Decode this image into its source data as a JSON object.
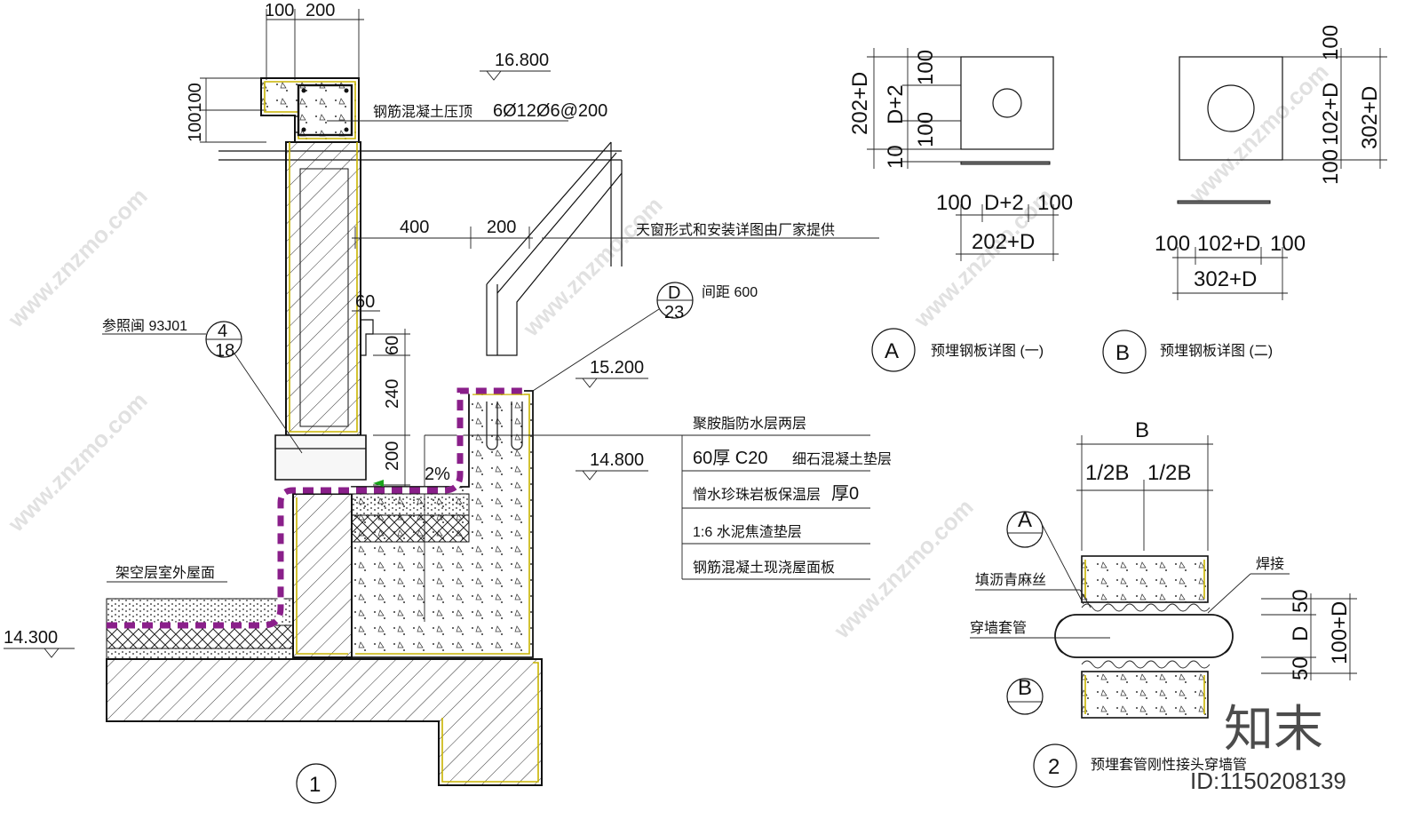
{
  "main_detail": {
    "dims_top": [
      "100",
      "200"
    ],
    "dim_coping_height": "100100",
    "elev_coping": "16.800",
    "coping_label": "钢筋混凝土压顶",
    "coping_rebar": "6Ø12Ø6@200",
    "dim_400": "400",
    "dim_200_mid": "200",
    "skylight_note": "天窗形式和安装详图由厂家提供",
    "ref_d_top": "D",
    "ref_d_bottom": "23",
    "spacing_note": "间距 600",
    "ref_atlas_label": "参照闽 93J01",
    "ref_4_top": "4",
    "ref_4_bottom": "18",
    "dim_60_h": "60",
    "dim_60_v": "60",
    "dim_240": "240",
    "dim_200_v": "200",
    "slope": "2%",
    "elev_upper": "15.200",
    "elev_mid": "14.800",
    "layers": [
      "聚胺脂防水层两层",
      "60厚 C20",
      "细石混凝土垫层",
      "憎水珍珠岩板保温层",
      "厚0",
      "1:6 水泥焦渣垫层",
      "钢筋混凝土现浇屋面板"
    ],
    "roof_label": "架空层室外屋面",
    "elev_low": "14.300",
    "detail_number": "1"
  },
  "plate_a": {
    "dims_left": [
      "202+D",
      "D+2",
      "100",
      "100",
      "10"
    ],
    "dims_bottom": [
      "100",
      "D+2",
      "100"
    ],
    "dim_total": "202+D",
    "circle_label": "A",
    "title": "预埋钢板详图 (一)"
  },
  "plate_b": {
    "dims_right": [
      "100",
      "102+D",
      "100",
      "302+D"
    ],
    "dims_bottom": [
      "100",
      "102+D",
      "100"
    ],
    "dim_total": "302+D",
    "circle_label": "B",
    "title": "预埋钢板详图 (二)"
  },
  "sleeve_detail": {
    "dim_b": "B",
    "dim_half": "1/2B",
    "dim_half2": "1/2B",
    "ref_a": "A",
    "ref_b": "B",
    "label_fill": "填沥青麻丝",
    "label_weld": "焊接",
    "label_sleeve": "穿墙套管",
    "dims_right": [
      "50",
      "D",
      "50",
      "100+D"
    ],
    "detail_number": "2",
    "title": "预埋套管刚性接头穿墙管"
  },
  "watermark": {
    "site": "www.znzmo.com",
    "brand": "知末",
    "id": "ID:1150208139"
  }
}
